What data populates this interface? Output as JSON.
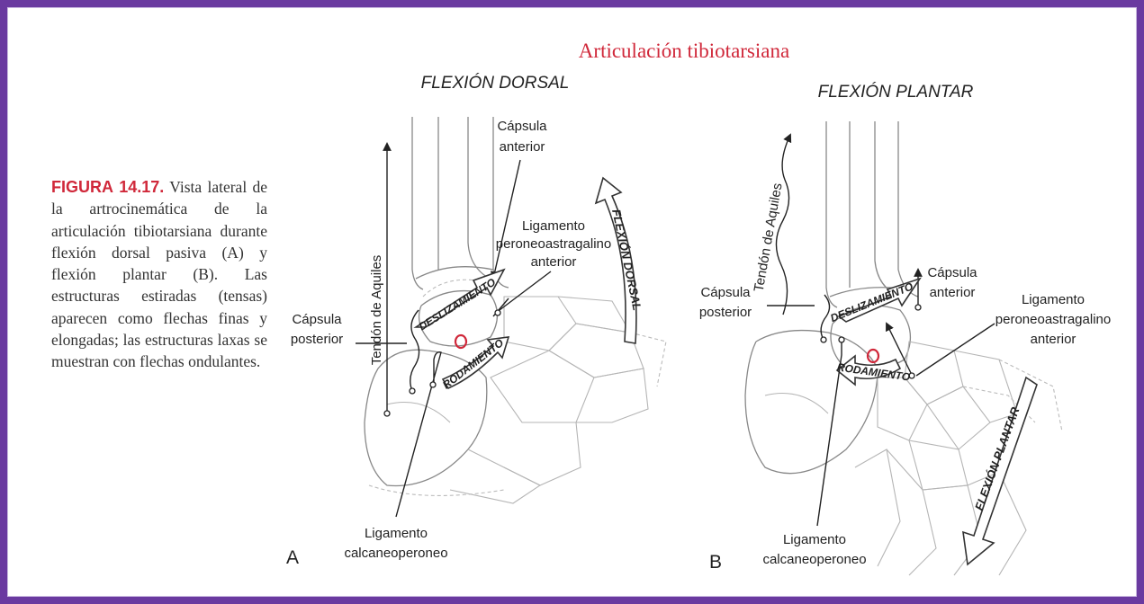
{
  "title": "Articulación tibiotarsiana",
  "caption": {
    "figure_label": "FIGURA 14.17.",
    "text": "Vista lateral de la artrocinemática de la articulación tibiotarsiana durante flexión dorsal pasiva (A) y flexión plantar (B). Las estructuras estiradas (tensas) aparecen como flechas finas y elongadas; las estructuras laxas se muestran con flechas ondulantes."
  },
  "panel_a": {
    "heading": "FLEXIÓN DORSAL",
    "letter": "A",
    "labels": {
      "achilles": "Tendón de Aquiles",
      "capsule_anterior_1": "Cápsula",
      "capsule_anterior_2": "anterior",
      "ligament_1": "Ligamento",
      "ligament_2": "peroneoastragalino",
      "ligament_3": "anterior",
      "capsule_posterior_1": "Cápsula",
      "capsule_posterior_2": "posterior",
      "calcaneo_1": "Ligamento",
      "calcaneo_2": "calcaneoperoneo"
    },
    "arrows": {
      "slide": "DESLIZAMIENTO",
      "roll": "RODAMIENTO",
      "motion": "FLEXIÓN DORSAL"
    }
  },
  "panel_b": {
    "heading": "FLEXIÓN PLANTAR",
    "letter": "B",
    "labels": {
      "achilles": "Tendón de Aquiles",
      "capsule_anterior_1": "Cápsula",
      "capsule_anterior_2": "anterior",
      "capsule_posterior_1": "Cápsula",
      "capsule_posterior_2": "posterior",
      "ligament_1": "Ligamento",
      "ligament_2": "peroneoastragalino",
      "ligament_3": "anterior",
      "calcaneo_1": "Ligamento",
      "calcaneo_2": "calcaneoperoneo"
    },
    "arrows": {
      "slide": "DESLIZAMIENTO",
      "roll": "RODAMIENTO",
      "motion": "FLEXIÓN PLANTAR"
    }
  },
  "colors": {
    "frame": "#6a3aa0",
    "title": "#d0283a",
    "axis_marker": "#d0283a"
  }
}
